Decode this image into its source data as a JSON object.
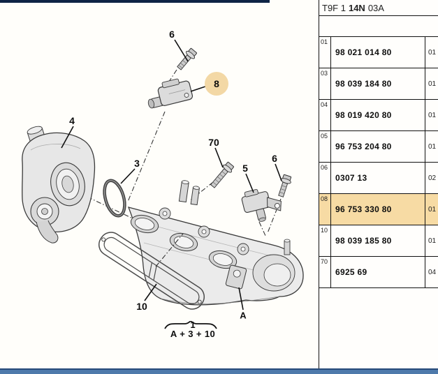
{
  "colors": {
    "row_highlight": "#f7dba4",
    "circle_highlight": "#f3d8a5",
    "top_bar": "#0f2445",
    "bottom_bar": "#4e7aab"
  },
  "catalog": {
    "header": {
      "prefix": "T9F 1",
      "bold_code": "14N",
      "suffix": "03A"
    },
    "rows": [
      {
        "index": "01",
        "part_number": "98 021 014 80",
        "qty": "01",
        "highlighted": false
      },
      {
        "index": "03",
        "part_number": "98 039 184 80",
        "qty": "01",
        "highlighted": false
      },
      {
        "index": "04",
        "part_number": "98 019 420 80",
        "qty": "01",
        "highlighted": false
      },
      {
        "index": "05",
        "part_number": "96 753 204 80",
        "qty": "01",
        "highlighted": false
      },
      {
        "index": "06",
        "part_number": "0307 13",
        "qty": "02",
        "highlighted": false
      },
      {
        "index": "08",
        "part_number": "96 753 330 80",
        "qty": "01",
        "highlighted": true
      },
      {
        "index": "10",
        "part_number": "98 039 185 80",
        "qty": "01",
        "highlighted": false
      },
      {
        "index": "70",
        "part_number": "6925 69",
        "qty": "04",
        "highlighted": false
      }
    ]
  },
  "diagram": {
    "callouts": [
      {
        "label": "6"
      },
      {
        "label": "8",
        "highlighted": true
      },
      {
        "label": "4"
      },
      {
        "label": "3"
      },
      {
        "label": "70"
      },
      {
        "label": "5"
      },
      {
        "label": "6"
      },
      {
        "label": "10"
      },
      {
        "label": "A"
      }
    ],
    "assembly_note": {
      "group": "1",
      "formula": "A + 3 + 10"
    }
  }
}
